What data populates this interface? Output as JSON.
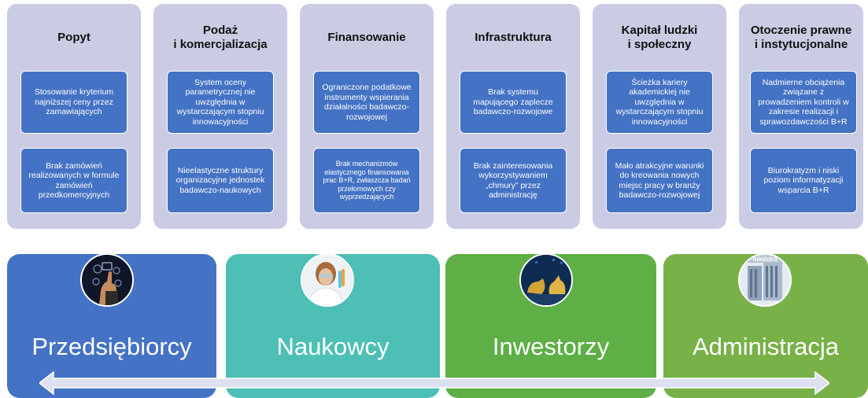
{
  "columns": [
    {
      "title": "Popyt",
      "boxes": [
        "Stosowanie kryterium najniższej ceny przez zamawiających",
        "Brak zamówień realizowanych w formule zamówień przedkomercyjnych"
      ]
    },
    {
      "title": "Podaż\ni komercjalizacja",
      "boxes": [
        "System oceny parametrycznej nie uwzględnia w wystarczającym stopniu innowacyjności",
        "Nieelastyczne struktury organizacyjne jednostek badawczo-naukowych"
      ]
    },
    {
      "title": "Finansowanie",
      "boxes": [
        "Ograniczone podatkowe instrumenty wspierania działalności badawczo-rozwojowej",
        "Brak mechanizmów elastycznego finansowania prac B+R, zwłaszcza badań przełomowych czy wyprzedzających"
      ]
    },
    {
      "title": "Infrastruktura",
      "boxes": [
        "Brak systemu mapującego zaplecze badawczo-rozwojowe",
        "Brak zainteresowania wykorzystywaniem „chmury” przez administrację"
      ]
    },
    {
      "title": "Kapitał ludzki\ni społeczny",
      "boxes": [
        "Ścieżka kariery akademickiej nie uwzględnia w wystarczającym stopniu innowacyjności",
        "Mało atrakcyjne warunki do kreowania nowych miejsc pracy w branży badawczo-rozwojowej"
      ]
    },
    {
      "title": "Otoczenie prawne\ni instytucjonalne",
      "boxes": [
        "Nadmierne obciążenia związane z prowadzeniem kontroli w zakresie realizacji i sprawozdawczości B+R",
        "Biurokratyzm i niski poziom informatyzacji wsparcia B+R"
      ]
    }
  ],
  "panels": [
    {
      "label": "Przedsiębiorcy",
      "color": "#4472c4",
      "icon": "business-touch-icon"
    },
    {
      "label": "Naukowcy",
      "color": "#4dbfb5",
      "icon": "scientist-icon"
    },
    {
      "label": "Inwestorzy",
      "color": "#5daf46",
      "icon": "bull-bear-icon"
    },
    {
      "label": "Administracja",
      "color": "#77b148",
      "icon": "office-building-icon",
      "logo_text": "ministra"
    }
  ],
  "colors": {
    "column_bg": "#c9cce3",
    "box_bg": "#4472c4",
    "arrow": "#dde0ee"
  }
}
